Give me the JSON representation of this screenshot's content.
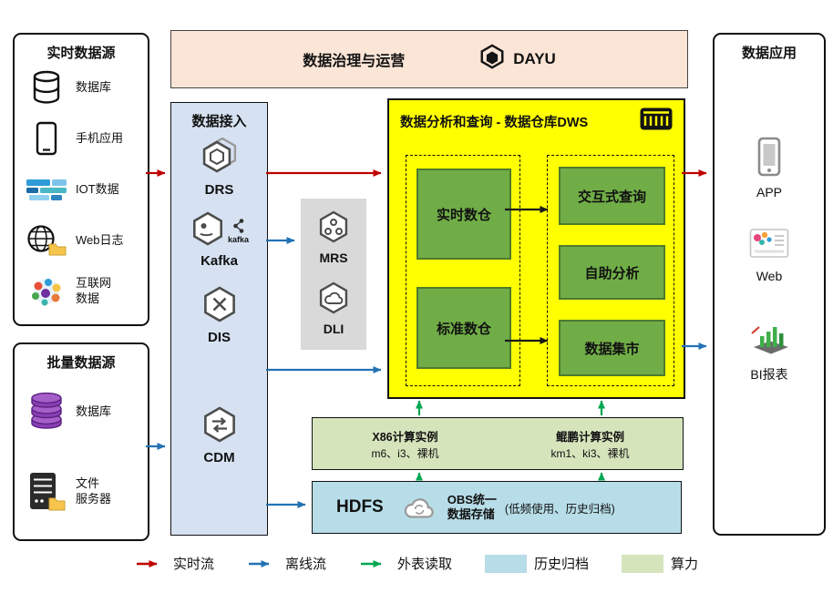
{
  "governance": {
    "label": "数据治理与运营",
    "logo_text": "DAYU"
  },
  "realtime_sources": {
    "title": "实时数据源",
    "items": [
      {
        "label": "数据库",
        "icon": "database-icon"
      },
      {
        "label": "手机应用",
        "icon": "smartphone-icon"
      },
      {
        "label": "IOT数据",
        "icon": "iot-icon"
      },
      {
        "label": "Web日志",
        "icon": "web-log-icon"
      },
      {
        "label": "互联网\n数据",
        "icon": "internet-data-icon"
      }
    ]
  },
  "batch_sources": {
    "title": "批量数据源",
    "items": [
      {
        "label": "数据库",
        "icon": "database-stack-icon"
      },
      {
        "label": "文件\n服务器",
        "icon": "file-server-icon"
      }
    ]
  },
  "ingestion": {
    "title": "数据接入",
    "services": [
      {
        "label": "DRS",
        "icon": "drs-icon"
      },
      {
        "label": "Kafka",
        "icon": "kafka-icon",
        "logo_text": "kafka"
      },
      {
        "label": "DIS",
        "icon": "dis-icon"
      },
      {
        "label": "CDM",
        "icon": "cdm-icon"
      }
    ]
  },
  "middleware": {
    "services": [
      {
        "label": "MRS",
        "icon": "mrs-icon"
      },
      {
        "label": "DLI",
        "icon": "dli-icon"
      }
    ]
  },
  "dws": {
    "title": "数据分析和查询 - 数据仓库DWS",
    "warehouse_nodes": [
      {
        "label": "实时数仓"
      },
      {
        "label": "标准数仓"
      }
    ],
    "analysis_nodes": [
      {
        "label": "交互式查询"
      },
      {
        "label": "自助分析"
      },
      {
        "label": "数据集市"
      }
    ]
  },
  "compute": {
    "x86": {
      "title": "X86计算实例",
      "subtitle": "m6、i3、裸机"
    },
    "kunpeng": {
      "title": "鲲鹏计算实例",
      "subtitle": "km1、ki3、裸机"
    }
  },
  "storage": {
    "hdfs_label": "HDFS",
    "obs_label": "OBS统一\n数据存储",
    "note": "(低频使用、历史归档)"
  },
  "applications": {
    "title": "数据应用",
    "items": [
      {
        "label": "APP",
        "icon": "app-phone-icon"
      },
      {
        "label": "Web",
        "icon": "web-browser-icon"
      },
      {
        "label": "BI报表",
        "icon": "bi-report-icon"
      }
    ]
  },
  "legend": {
    "items": [
      {
        "label": "实时流",
        "kind": "arrow",
        "color": "#c00000"
      },
      {
        "label": "离线流",
        "kind": "arrow",
        "color": "#2272b4"
      },
      {
        "label": "外表读取",
        "kind": "arrow",
        "color": "#00a651"
      },
      {
        "label": "历史归档",
        "kind": "swatch",
        "color": "#b7dde8"
      },
      {
        "label": "算力",
        "kind": "swatch",
        "color": "#d6e4bc"
      }
    ]
  }
}
